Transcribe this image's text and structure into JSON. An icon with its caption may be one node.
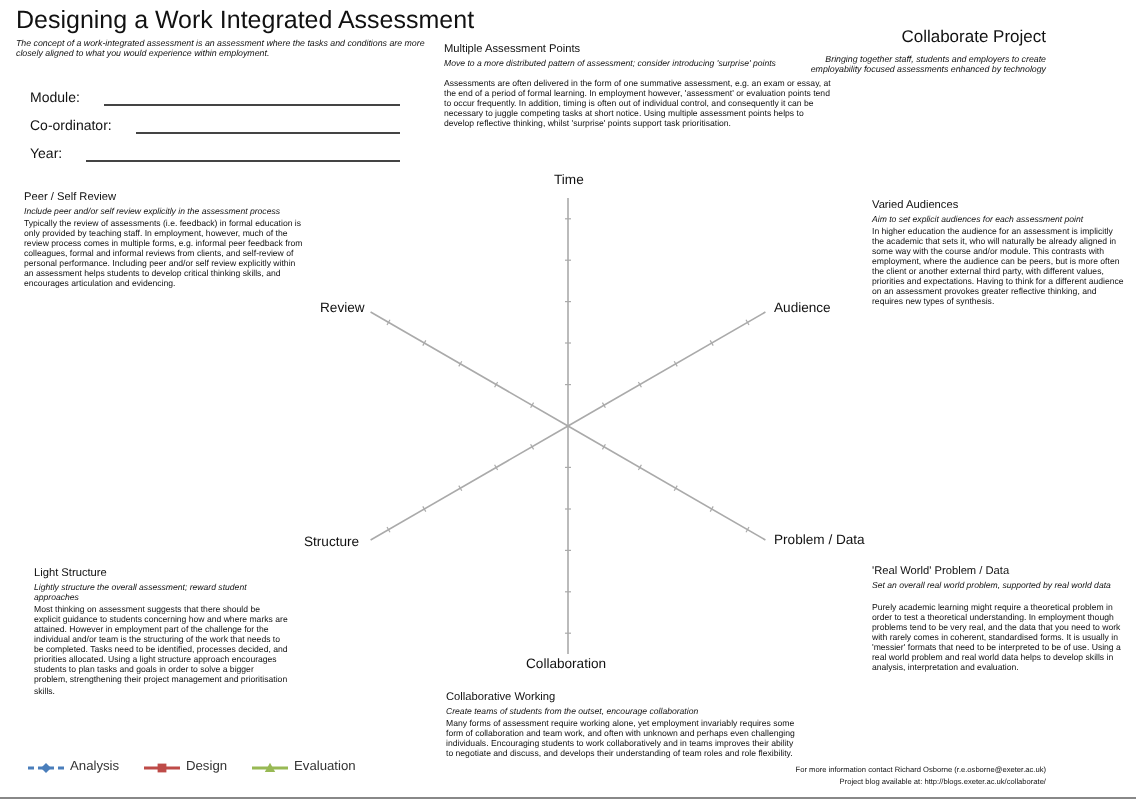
{
  "diagram": {
    "title": "Designing a Work Integrated Assessment",
    "labels": [
      "The concept of a work-integrated assessment is an assessment where the tasks and conditions are more closely aligned to what you would experience within employment.",
      "Module:",
      "Co-ordinator:",
      "Year:",
      "Multiple Assessment Points",
      "Move to a more distributed pattern of assessment; consider introducing 'surprise' points",
      "Assessments are often delivered in the form of one summative assessment, e.g. an exam or essay, at the end of a period of formal learning. In employment however, 'assessment' or evaluation points tend to occur frequently. In addition, timing is often out of individual control, and consequently it can be necessary to juggle competing tasks at short notice. Using multiple assessment points helps to develop reflective thinking, whilst 'surprise' points support task prioritisation.",
      "Collaborate Project",
      "Bringing together staff, students and employers to create employability focused assessments enhanced by technology",
      "Time",
      "Peer / Self Review",
      "Include peer and/or self review explicitly in the assessment process",
      "Typically the review of assessments (i.e. feedback) in formal education is only provided by teaching staff. In employment, however, much of the review process comes in multiple forms, e.g. informal peer feedback from colleagues, formal and informal reviews from clients, and self-review of personal performance. Including peer and/or self review explicitly within an assessment helps students to develop critical thinking skills, and encourages articulation and evidencing.",
      "Varied Audiences",
      "Aim to set explicit audiences for each assessment point",
      "In higher education the audience for an assessment is implicitly the academic that sets it, who will naturally be already aligned in some way with the course and/or module. This contrasts with employment, where the audience can be peers, but is more often the client or another external third party, with different values, priorities and expectations. Having to think for a different audience on an assessment provokes greater reflective thinking, and requires new types of synthesis.",
      "Review",
      "Audience",
      "Structure",
      "Problem / Data",
      "Light Structure",
      "Lightly structure the overall assessment; reward student approaches",
      "Most thinking on assessment suggests that there should be explicit guidance to students concerning how and where marks are attained. However in employment part of the challenge for the individual and/or team is the structuring of the work that needs to be completed. Tasks need to be identified, processes decided, and priorities allocated. Using a light structure approach encourages students to plan tasks and goals in order to solve a bigger problem, strengthening their project management and prioritisation skills.",
      "'Real World' Problem / Data",
      "Set an overall real world problem, supported by real world data",
      "Purely academic learning might require a theoretical problem in order to test a theoretical understanding. In employment though problems tend to be very real, and the data that you need to work with rarely comes in coherent, standardised forms. It is usually in 'messier' formats that need to be interpreted to be of use. Using a real world problem and real world data helps to develop skills in analysis, interpretation and evaluation.",
      "Collaboration",
      "Collaborative Working",
      "Create teams of students from the outset, encourage collaboration",
      "Many forms of assessment require working alone, yet employment invariably requires some form of collaboration and team work, and often with unknown and perhaps even challenging individuals. Encouraging students to work collaboratively and in teams improves their ability to negotiate and discuss, and develops their understanding of team roles and role flexibility.",
      "For more information contact Richard Osborne (r.e.osborne@exeter.ac.uk)",
      "Project blog available at: http://blogs.exeter.ac.uk/collaborate/"
    ],
    "legend": [
      {
        "text": "Analysis"
      },
      {
        "text": "Design"
      },
      {
        "text": "Evaluation"
      }
    ]
  }
}
